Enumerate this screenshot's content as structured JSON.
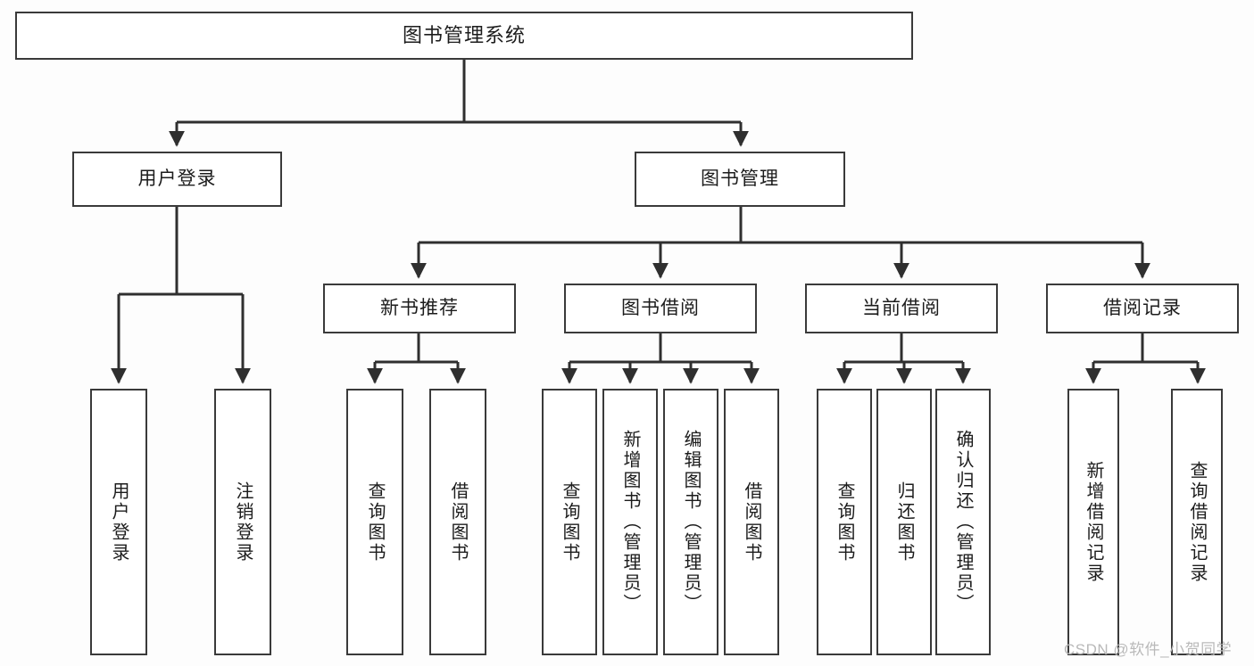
{
  "diagram": {
    "type": "tree-hierarchy",
    "title": "图书管理系统",
    "watermark": "CSDN @软件_小贺同学",
    "colors": {
      "box_border": "#3a3a3a",
      "box_fill": "#ffffff",
      "connector": "#2f2f2f",
      "text": "#1c1c1c",
      "watermark": "#b9b9b9",
      "background": "#fdfdfd"
    },
    "nodes": {
      "root": {
        "label": "图书管理系统"
      },
      "level2": [
        {
          "id": "user-login",
          "label": "用户登录"
        },
        {
          "id": "book-management",
          "label": "图书管理"
        }
      ],
      "level3": [
        {
          "id": "new-book-recommend",
          "label": "新书推荐"
        },
        {
          "id": "book-borrow",
          "label": "图书借阅"
        },
        {
          "id": "current-borrow",
          "label": "当前借阅"
        },
        {
          "id": "borrow-record",
          "label": "借阅记录"
        }
      ],
      "leaves": {
        "user-login": [
          {
            "id": "leaf-user-login",
            "label": "用户登录"
          },
          {
            "id": "leaf-logout",
            "label": "注销登录"
          }
        ],
        "new-book-recommend": [
          {
            "id": "leaf-query-book-1",
            "label": "查询图书"
          },
          {
            "id": "leaf-borrow-book-1",
            "label": "借阅图书"
          }
        ],
        "book-borrow": [
          {
            "id": "leaf-query-book-2",
            "label": "查询图书"
          },
          {
            "id": "leaf-add-book",
            "label": "新增图书（管理员）"
          },
          {
            "id": "leaf-edit-book",
            "label": "编辑图书（管理员）"
          },
          {
            "id": "leaf-borrow-book-2",
            "label": "借阅图书"
          }
        ],
        "current-borrow": [
          {
            "id": "leaf-query-book-3",
            "label": "查询图书"
          },
          {
            "id": "leaf-return-book",
            "label": "归还图书"
          },
          {
            "id": "leaf-confirm-return",
            "label": "确认归还（管理员）"
          }
        ],
        "borrow-record": [
          {
            "id": "leaf-add-record",
            "label": "新增借阅记录"
          },
          {
            "id": "leaf-query-record",
            "label": "查询借阅记录"
          }
        ]
      }
    }
  }
}
